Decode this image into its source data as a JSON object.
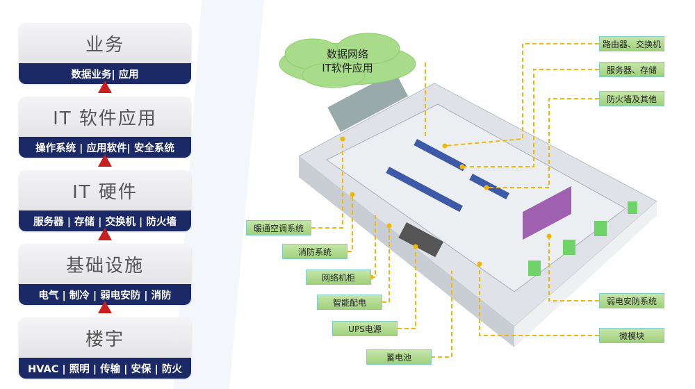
{
  "stack": [
    {
      "title": "业务",
      "subtitle": "数据业务| 应用"
    },
    {
      "title": "IT 软件应用",
      "subtitle": "操作系统 | 应用软件| 安全系统"
    },
    {
      "title": "IT 硬件",
      "subtitle": "服务器 | 存储 | 交换机 | 防火墙"
    },
    {
      "title": "基础设施",
      "subtitle": "电气 | 制冷 | 弱电安防 | 消防"
    },
    {
      "title": "楼宇",
      "subtitle": "HVAC | 照明 | 传输 | 安保 | 防火"
    }
  ],
  "cloud": {
    "line1": "数据网络",
    "line2": "IT软件应用"
  },
  "right_labels": [
    "路由器、交换机",
    "服务器、存储",
    "防火墙及其他",
    "弱电安防系统",
    "微模块"
  ],
  "left_labels": [
    "暖通空调系统",
    "消防系统",
    "网络机柜",
    "智能配电",
    "UPS电源",
    "蓄电池"
  ],
  "colors": {
    "navy": "#1b2a66",
    "arrow": "#c8201e",
    "leader": "#f2b800",
    "label_green": "#b4dd92"
  }
}
